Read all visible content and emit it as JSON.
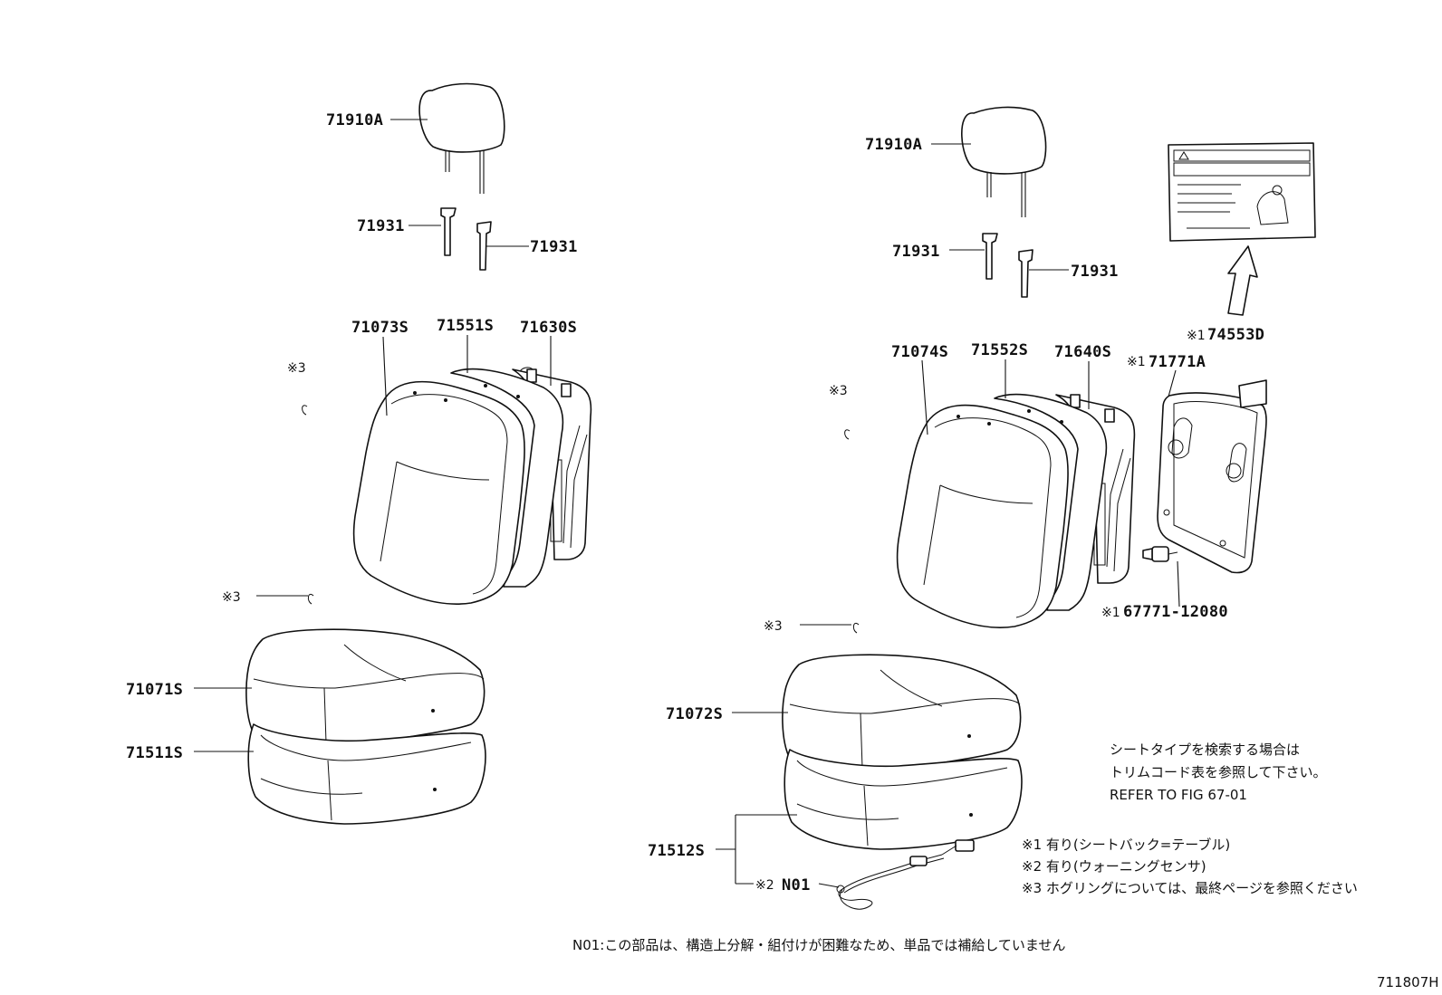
{
  "labels": {
    "left_headrest": "71910A",
    "left_guide_a": "71931",
    "left_guide_b": "71931",
    "left_back_cover": "71073S",
    "left_back_pad": "71551S",
    "left_back_frame": "71630S",
    "left_ring_mark_1": "※3",
    "left_ring_mark_2": "※3",
    "left_cushion_cover": "71071S",
    "left_cushion_pad": "71511S",
    "right_headrest": "71910A",
    "right_guide_a": "71931",
    "right_guide_b": "71931",
    "right_back_cover": "71074S",
    "right_back_pad": "71552S",
    "right_back_frame": "71640S",
    "right_ring_mark_1": "※3",
    "right_ring_mark_2": "※3",
    "right_cushion_cover": "71072S",
    "right_cushion_pad": "71512S",
    "board_prefix": "※1",
    "board": "71771A",
    "label_plate_prefix": "※1",
    "label_plate": "74553D",
    "clip_prefix": "※1",
    "clip": "67771-12080",
    "sensor_prefix": "※2",
    "sensor": "N01"
  },
  "notes": {
    "search_line1": "シートタイプを検索する場合は",
    "search_line2": "トリムコード表を参照して下さい。",
    "refer": "REFER TO FIG 67-01",
    "n1": "※1 有り(シートバック=テーブル)",
    "n2": "※2 有り(ウォーニングセンサ)",
    "n3": "※3 ホグリングについては、最終ページを参照ください",
    "footer": "N01:この部品は、構造上分解・組付けが困難なため、単品では補給していません",
    "figure_code": "711807H"
  }
}
